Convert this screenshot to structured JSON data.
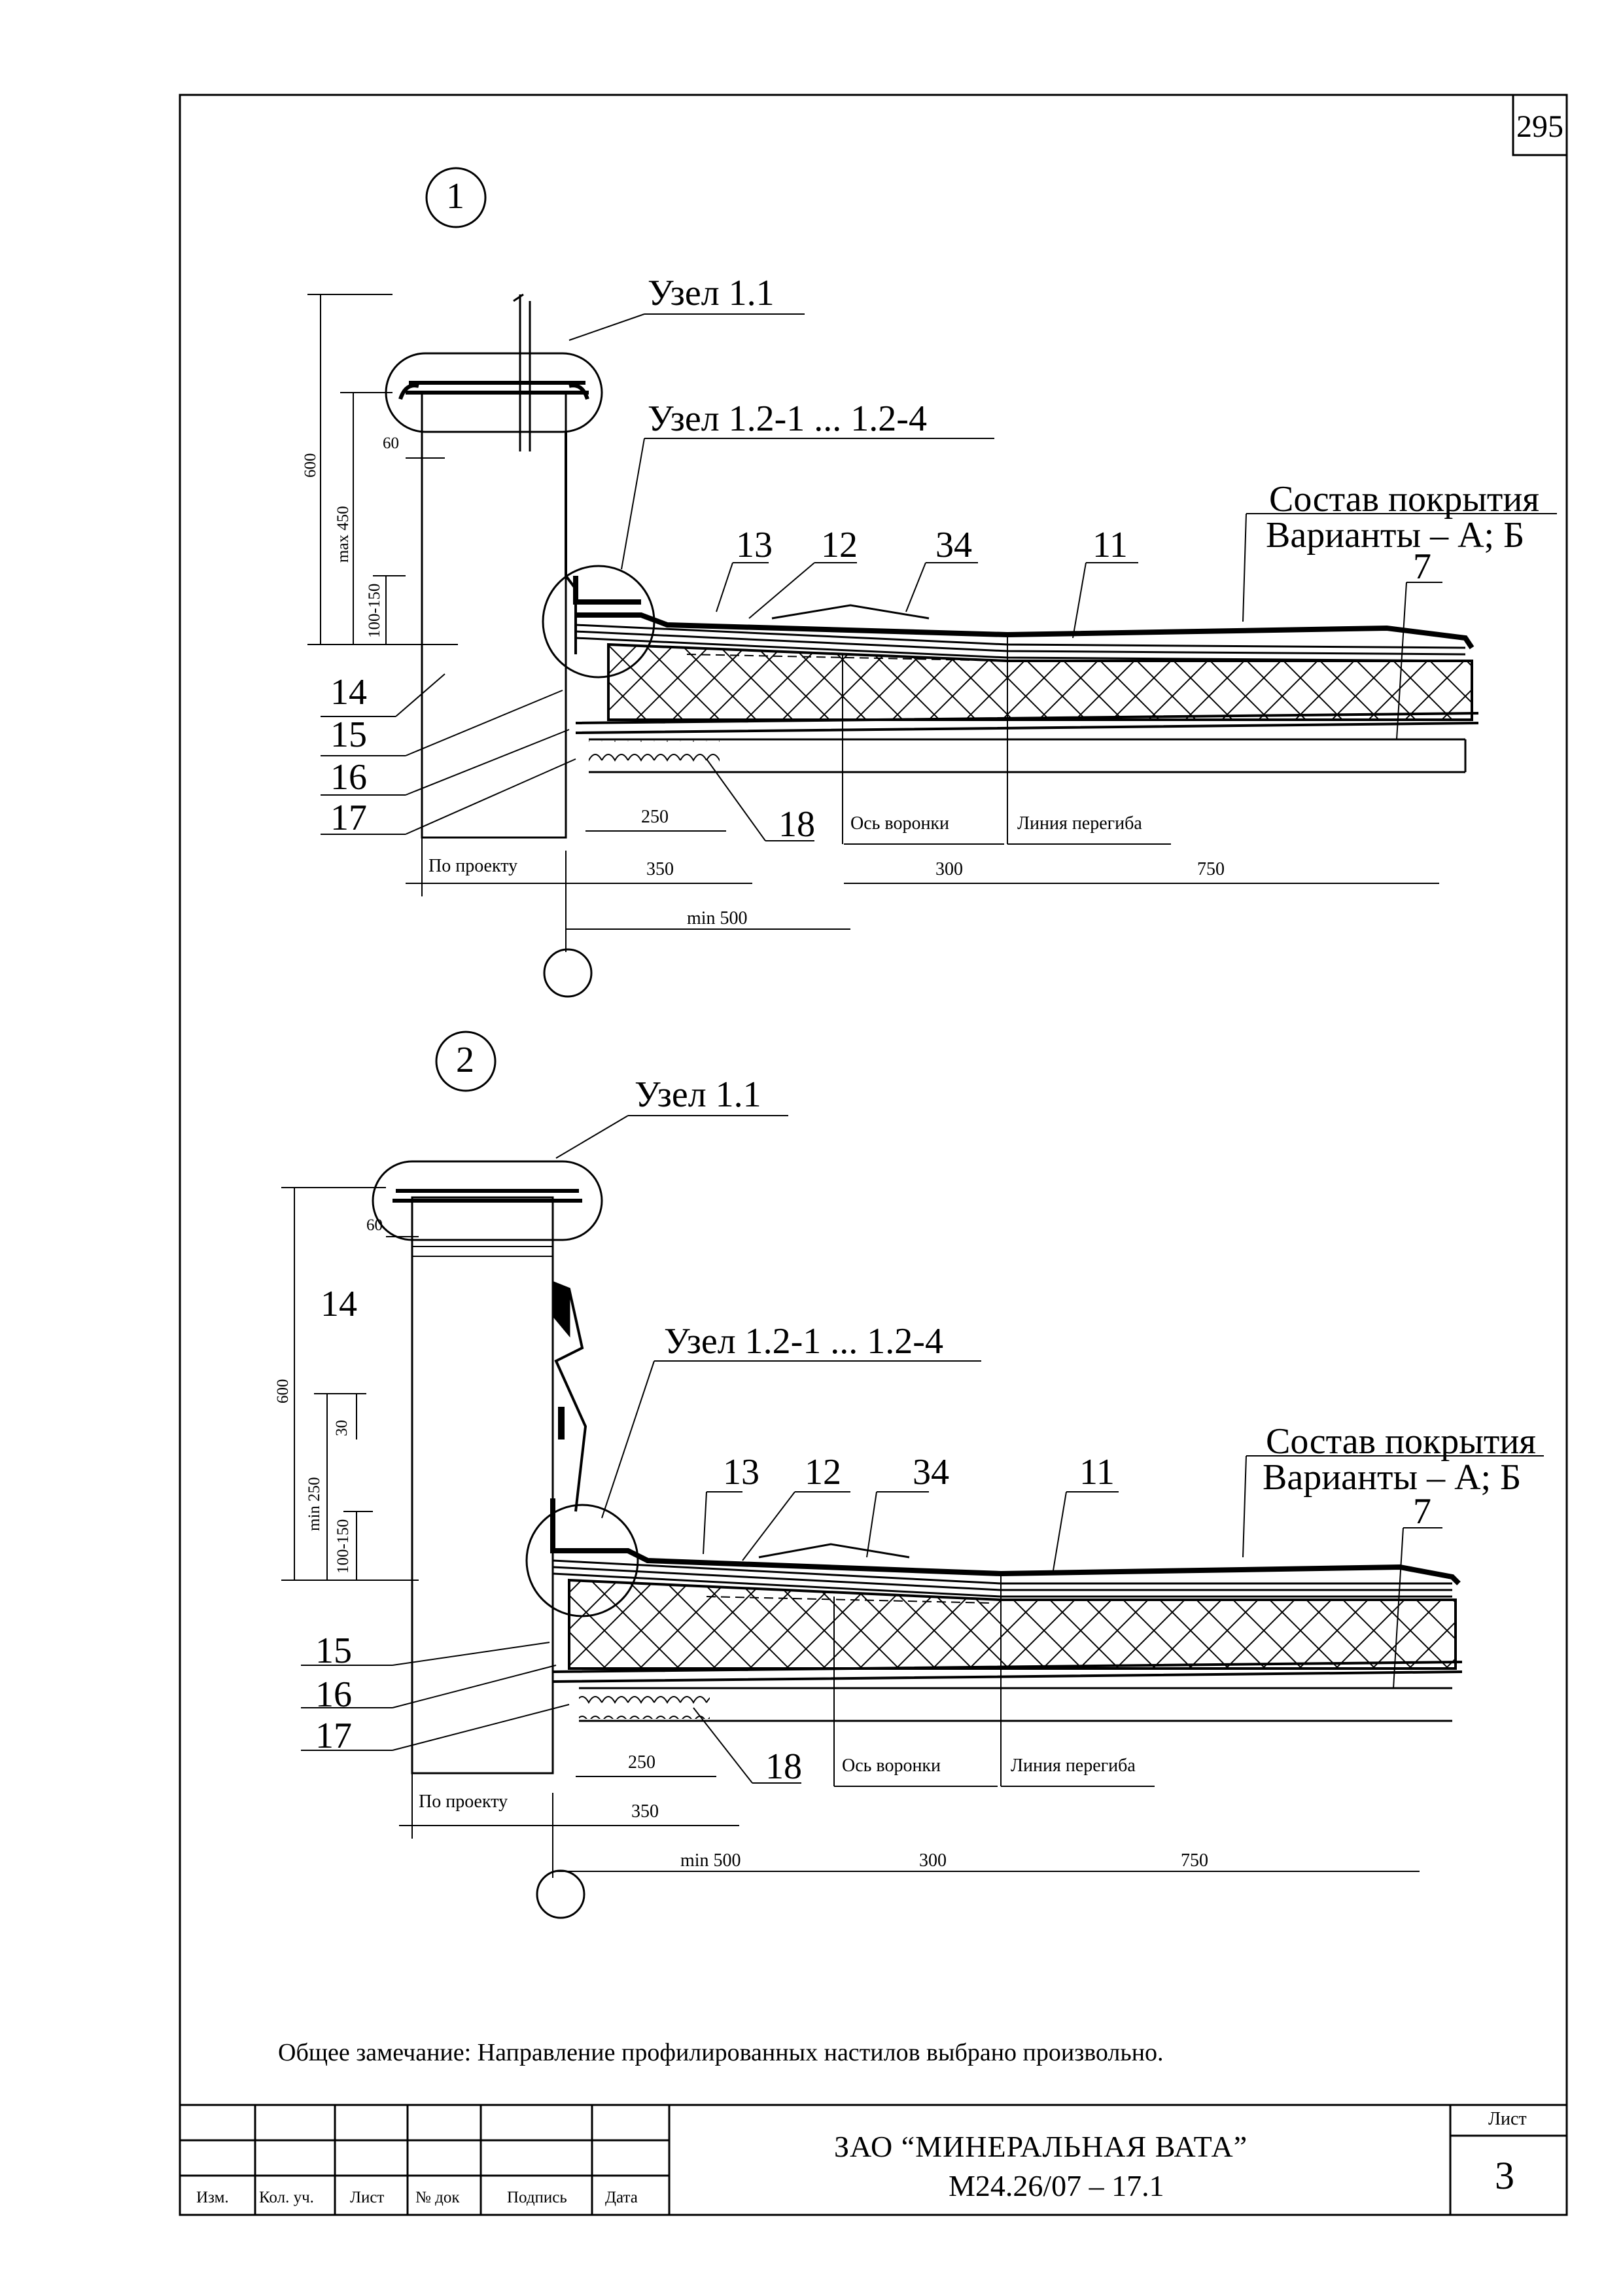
{
  "sheet_number": "295",
  "note": "Общее замечание: Направление профилированных настилов выбрано произвольно.",
  "title_block": {
    "company": "ЗАО “МИНЕРАЛЬНАЯ ВАТА”",
    "code": "М24.26/07 – 17.1",
    "sheet_label": "Лист",
    "sheet_value": "3",
    "columns": [
      "Изм.",
      "Кол. уч.",
      "Лист",
      "№ док",
      "Подпись",
      "Дата"
    ]
  },
  "details": [
    {
      "id": "1",
      "node_top": "Узел 1.1",
      "node_joint": "Узел 1.2-1 ... 1.2-4",
      "composition": "Состав покрытия",
      "variants": "Варианты – А; Б",
      "numbers": [
        "13",
        "12",
        "34",
        "11",
        "7",
        "14",
        "15",
        "16",
        "17",
        "18"
      ],
      "axis_funnel": "Ось воронки",
      "bend_line": "Линия перегиба",
      "dims_vertical": [
        "600",
        "max 450",
        "100-150"
      ],
      "dims_horizontal": [
        "60",
        "250",
        "По проекту",
        "350",
        "300",
        "750",
        "min 500"
      ]
    },
    {
      "id": "2",
      "node_top": "Узел 1.1",
      "node_joint": "Узел 1.2-1 ... 1.2-4",
      "composition": "Состав покрытия",
      "variants": "Варианты – А; Б",
      "numbers": [
        "13",
        "12",
        "34",
        "11",
        "7",
        "14",
        "15",
        "16",
        "17",
        "18"
      ],
      "axis_funnel": "Ось воронки",
      "bend_line": "Линия перегиба",
      "dims_vertical": [
        "600",
        "min 250",
        "30",
        "100-150"
      ],
      "dims_horizontal": [
        "60",
        "250",
        "По проекту",
        "350",
        "min 500",
        "300",
        "750"
      ]
    }
  ]
}
